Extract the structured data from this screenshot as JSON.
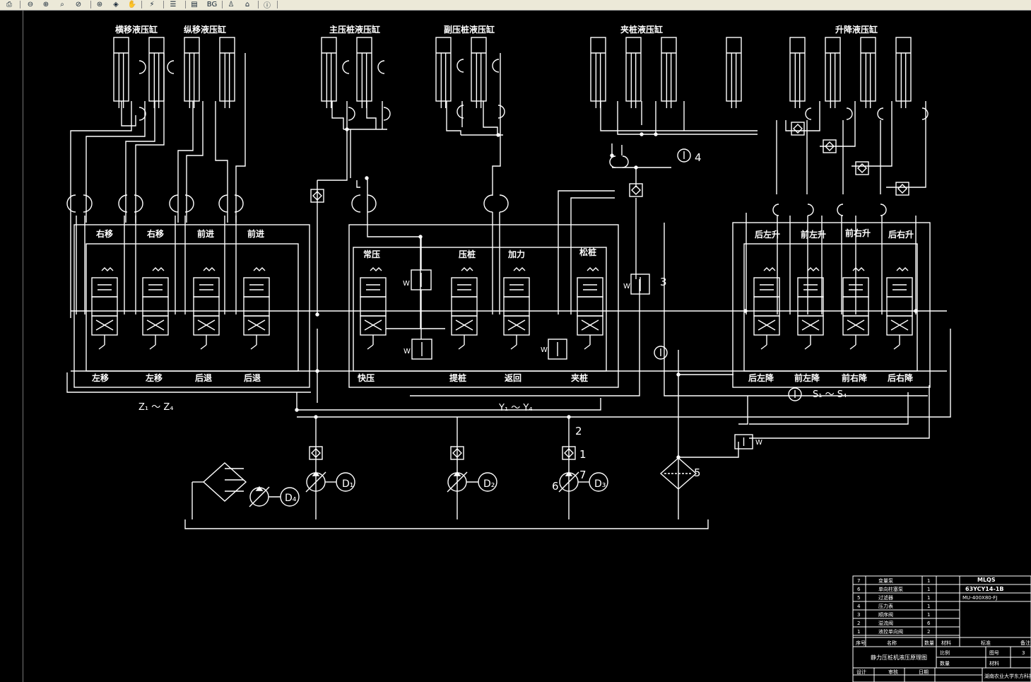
{
  "toolbar": {
    "icons": [
      "print-icon",
      "zoom-out-icon",
      "zoom-in-icon",
      "zoom-window-icon",
      "zoom-realtime-icon",
      "zoom-previous-icon",
      "zoom-extents-icon",
      "pan-icon",
      "measure-icon",
      "layers-icon",
      "properties-icon",
      "background-icon",
      "user-icon",
      "home-icon",
      "info-icon"
    ],
    "bg_label": "BG"
  },
  "groups": {
    "lateral": "横移液压缸",
    "longitudinal": "纵移液压缸",
    "main_pile": "主压桩液压缸",
    "aux_pile": "副压桩液压缸",
    "clamp": "夹桩液压缸",
    "lift": "升降液压缸"
  },
  "valves_top": {
    "v1": "右移",
    "v2": "右移",
    "v3": "前进",
    "v4": "前进",
    "v5": "常压",
    "v6": "压桩",
    "v7": "加力",
    "v8": "松桩",
    "v9": "后左升",
    "v10": "前左升",
    "v11": "前右升",
    "v12": "后右升"
  },
  "valves_bottom": {
    "v1": "左移",
    "v2": "左移",
    "v3": "后退",
    "v4": "后退",
    "v5": "快压",
    "v6": "提桩",
    "v7": "返回",
    "v8": "夹桩",
    "v9": "后左降",
    "v10": "前左降",
    "v11": "前右降",
    "v12": "后右降"
  },
  "labels": {
    "z_range": "Z₁ ～ Z₄",
    "y_range": "Y₁ ～ Y₄",
    "s_range": "S₁ ～ S₄",
    "n1": "1",
    "n2": "2",
    "n3": "3",
    "n4": "4",
    "n5": "5",
    "n6": "6",
    "n7": "7",
    "d1": "D₁",
    "d2": "D₂",
    "d3": "D₃",
    "d4": "D₄",
    "w": "W"
  },
  "title_block": {
    "drawing_code": "MLQS",
    "model": "63YCY14-1B",
    "spec": "MU-400X80-FJ",
    "rows": [
      {
        "no": "7",
        "name": "变量泵",
        "qty": "1"
      },
      {
        "no": "6",
        "name": "单向柱塞泵",
        "qty": "1"
      },
      {
        "no": "5",
        "name": "过滤器",
        "qty": "1"
      },
      {
        "no": "4",
        "name": "压力表",
        "qty": "1"
      },
      {
        "no": "3",
        "name": "顺序阀",
        "qty": "1"
      },
      {
        "no": "2",
        "name": "溢流阀",
        "qty": "6"
      },
      {
        "no": "1",
        "name": "液控单向阀",
        "qty": "2"
      }
    ],
    "head_no": "序号",
    "head_name": "名称",
    "head_qty": "数量",
    "head_material": "材料",
    "head_std": "标准",
    "head_remark": "备注",
    "drawing_title": "静力压桩机液压原理图",
    "scale_label": "比例",
    "sheet_label": "图号",
    "sheet_value": "3",
    "qty_label": "数量",
    "mat_label": "材料",
    "design_label": "设计",
    "check_label": "审核",
    "date_label": "日期",
    "school": "湖南农业大学东方科技学院"
  }
}
